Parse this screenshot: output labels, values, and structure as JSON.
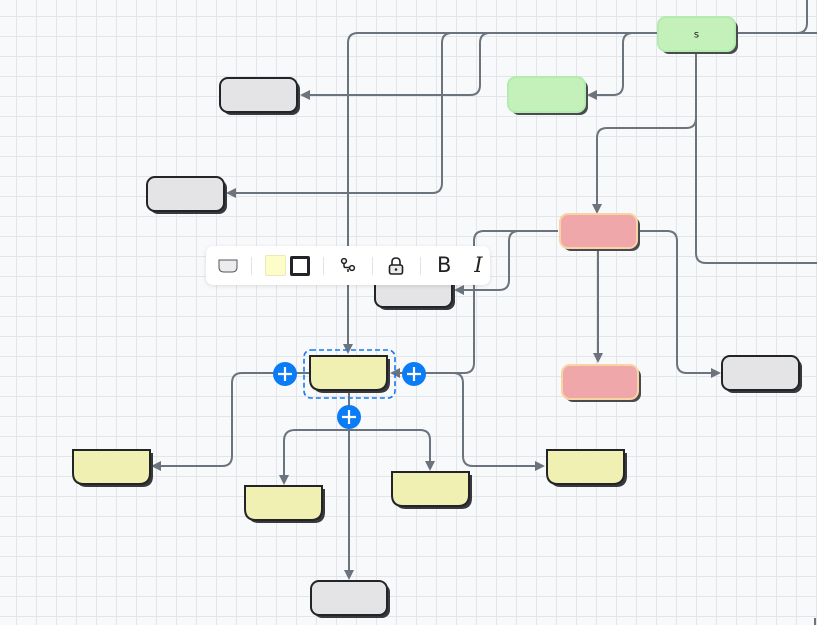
{
  "diagram": {
    "title_node_label": "s",
    "colors": {
      "grey_fill": "#e4e4e6",
      "grey_stroke": "#222428",
      "green_fill": "#c4f1b9",
      "green_stroke": "#b3ebb0",
      "red_fill": "#f0a7a9",
      "red_stroke": "#fad3a3",
      "yellow_fill": "#eff0b2",
      "yellow_stroke": "#222428",
      "edge": "#6b737d",
      "selection": "#1479f2",
      "add_handle": "#0a7cf5"
    },
    "nodes": [
      {
        "id": "s",
        "shape": "rounded",
        "color": "green",
        "label": "s"
      },
      {
        "id": "green2",
        "shape": "rounded",
        "color": "green",
        "label": ""
      },
      {
        "id": "grey1",
        "shape": "rounded",
        "color": "grey",
        "label": ""
      },
      {
        "id": "grey2",
        "shape": "rounded",
        "color": "grey",
        "label": ""
      },
      {
        "id": "grey3",
        "shape": "rounded",
        "color": "grey",
        "label": ""
      },
      {
        "id": "red1",
        "shape": "rounded",
        "color": "red",
        "label": ""
      },
      {
        "id": "red2",
        "shape": "rounded",
        "color": "red",
        "label": ""
      },
      {
        "id": "grey4",
        "shape": "rounded",
        "color": "grey",
        "label": ""
      },
      {
        "id": "sel",
        "shape": "bottom-rounded",
        "color": "yellow",
        "label": "",
        "selected": true
      },
      {
        "id": "y1",
        "shape": "bottom-rounded",
        "color": "yellow",
        "label": ""
      },
      {
        "id": "y2",
        "shape": "bottom-rounded",
        "color": "yellow",
        "label": ""
      },
      {
        "id": "y3",
        "shape": "bottom-rounded",
        "color": "yellow",
        "label": ""
      },
      {
        "id": "y4",
        "shape": "bottom-rounded",
        "color": "yellow",
        "label": ""
      },
      {
        "id": "grey5",
        "shape": "rounded",
        "color": "grey",
        "label": ""
      }
    ],
    "edges": [
      {
        "from": "s",
        "to": "grey1"
      },
      {
        "from": "s",
        "to": "grey2"
      },
      {
        "from": "s",
        "to": "sel"
      },
      {
        "from": "s",
        "to": "green2"
      },
      {
        "from": "s",
        "to": "red1"
      },
      {
        "from": "red1",
        "to": "grey3"
      },
      {
        "from": "red1",
        "to": "sel"
      },
      {
        "from": "red1",
        "to": "red2"
      },
      {
        "from": "red1",
        "to": "grey4"
      },
      {
        "from": "sel",
        "to": "y1"
      },
      {
        "from": "sel",
        "to": "y2"
      },
      {
        "from": "sel",
        "to": "y3"
      },
      {
        "from": "sel",
        "to": "y4"
      },
      {
        "from": "sel",
        "to": "grey5"
      }
    ]
  },
  "toolbar": {
    "shape_icon": "shape-bottom-rounded-icon",
    "fill_color": "#fdfdc9",
    "stroke_color": "#222428",
    "connector_icon": "connector-style-icon",
    "lock_icon": "lock-icon",
    "bold_label": "B",
    "italic_label": "I"
  }
}
